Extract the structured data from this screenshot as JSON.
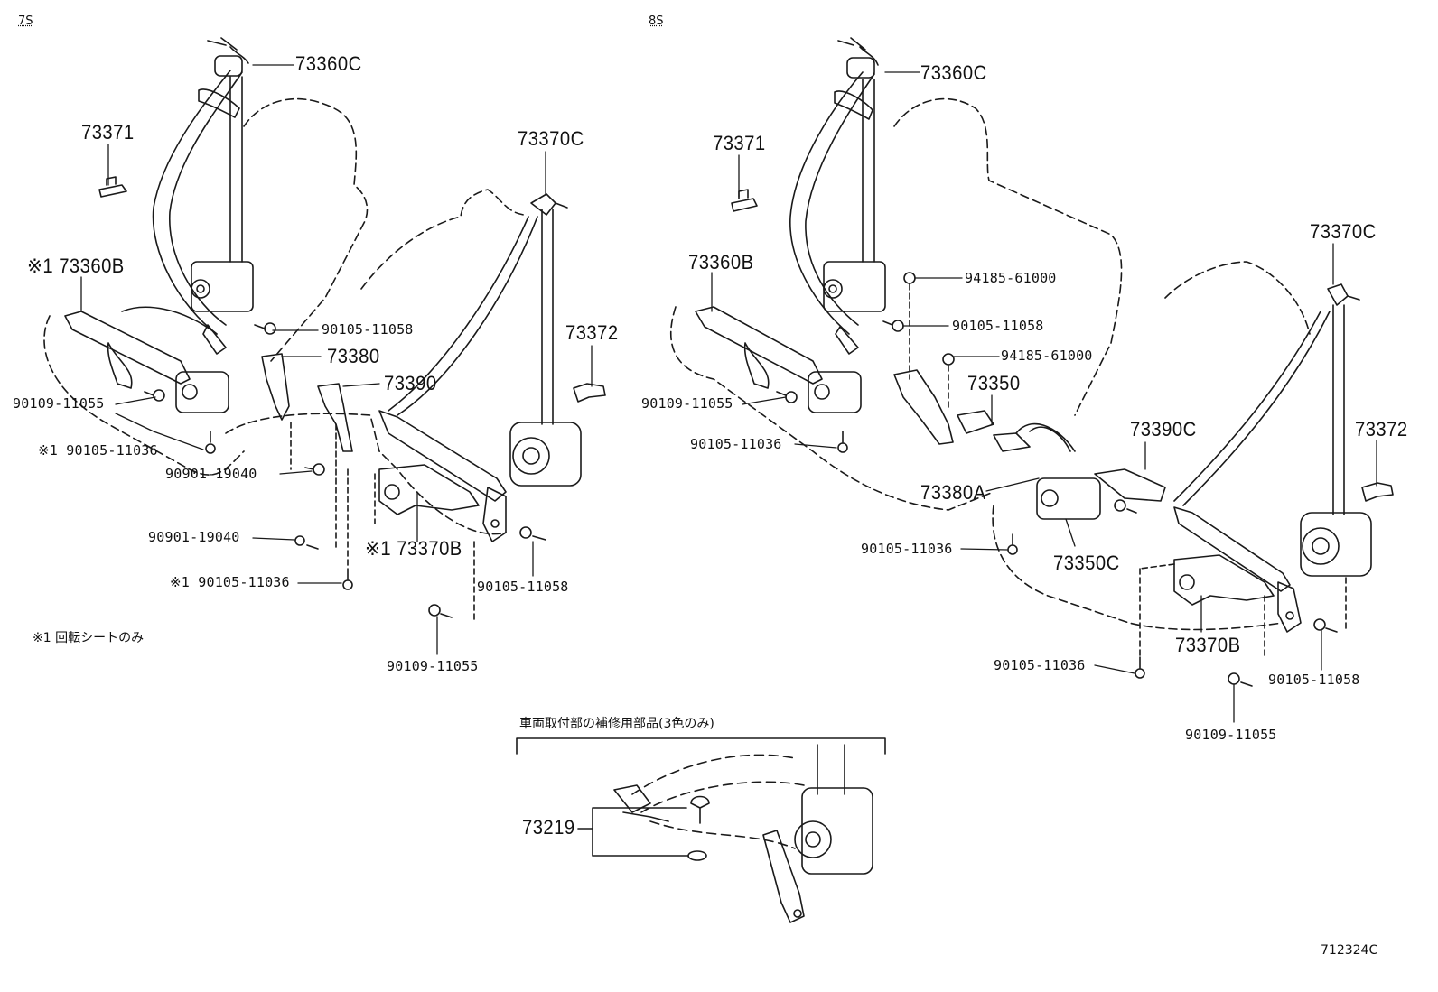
{
  "sections": {
    "left": "7S",
    "right": "8S"
  },
  "notes": {
    "swivel": "※1 回転シートのみ",
    "repair": "車両取付部の補修用部品(3色のみ)"
  },
  "figure_id": "712324C",
  "labels": {
    "l_73360C": "73360C",
    "l_73371": "73371",
    "l_73370C": "73370C",
    "l_73360B": "※1 73360B",
    "l_90105_11058a": "90105-11058",
    "l_73380": "73380",
    "l_73390": "73390",
    "l_73372": "73372",
    "l_90109_11055a": "90109-11055",
    "l_90105_11036a": "※1 90105-11036",
    "l_90901_19040a": "90901-19040",
    "l_90901_19040b": "90901-19040",
    "l_73370B": "※1 73370B",
    "l_90105_11036b": "※1 90105-11036",
    "l_90105_11058b": "90105-11058",
    "l_90109_11055b": "90109-11055",
    "r_73360C": "73360C",
    "r_73371": "73371",
    "r_73360B": "73360B",
    "r_94185_61000a": "94185-61000",
    "r_90105_11058a": "90105-11058",
    "r_94185_61000b": "94185-61000",
    "r_73370C": "73370C",
    "r_90109_11055a": "90109-11055",
    "r_73350": "73350",
    "r_90105_11036a": "90105-11036",
    "r_73390C": "73390C",
    "r_73372": "73372",
    "r_73380A": "73380A",
    "r_90105_11036b": "90105-11036",
    "r_73350C": "73350C",
    "r_73370B": "73370B",
    "r_90105_11036c": "90105-11036",
    "r_90105_11058b": "90105-11058",
    "r_90109_11055b": "90109-11055",
    "c_73219": "73219"
  }
}
